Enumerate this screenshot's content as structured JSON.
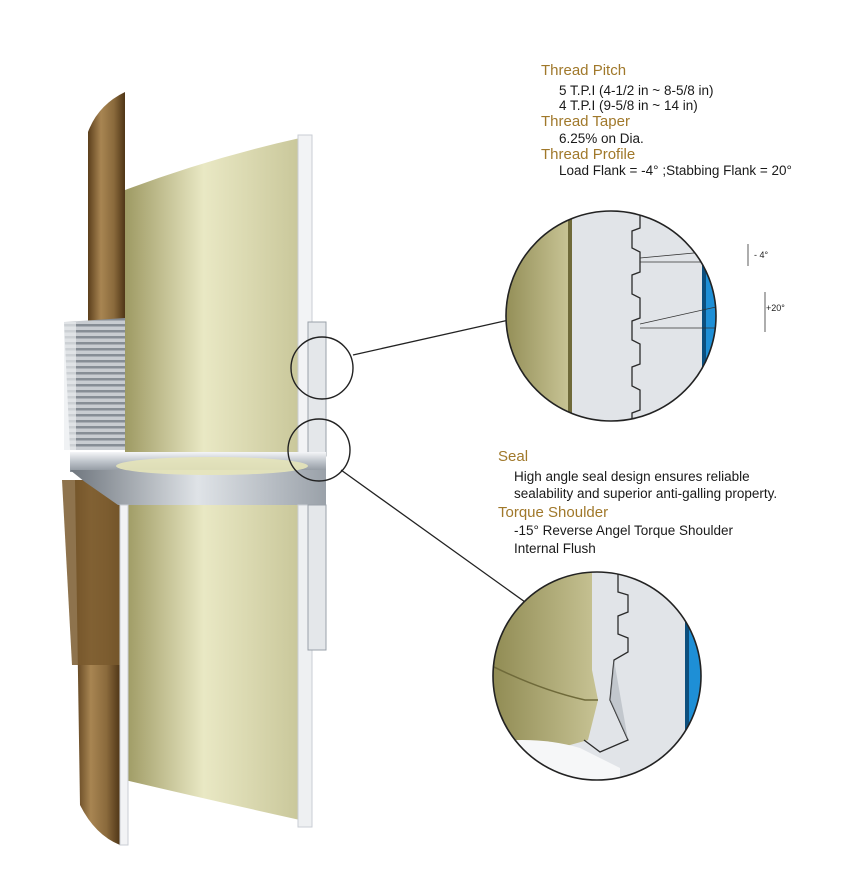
{
  "thread_pitch": {
    "heading": "Thread Pitch",
    "lines": [
      "5 T.P.I (4-1/2 in ~ 8-5/8 in)",
      "4 T.P.I (9-5/8 in ~ 14 in)"
    ]
  },
  "thread_taper": {
    "heading": "Thread Taper",
    "text": "6.25% on Dia."
  },
  "thread_profile": {
    "heading": "Thread Profile",
    "text": "Load Flank = -4° ;Stabbing Flank = 20°"
  },
  "seal": {
    "heading": "Seal",
    "lines": [
      "High angle seal design ensures reliable",
      "sealability and superior anti-galling property."
    ]
  },
  "torque_shoulder": {
    "heading": "Torque Shoulder",
    "lines": [
      "-15° Reverse Angel Torque Shoulder",
      "Internal Flush"
    ]
  },
  "detail_thread": {
    "load_flank_angle": "- 4°",
    "stabbing_flank_angle": "+20°"
  },
  "colors": {
    "pipe_brown": "#9a7a4a",
    "inner_olive": "#d8d8b0",
    "steel": "#d9dde2",
    "accent_blue": "#1e8fd6",
    "heading_gold": "#a0782a"
  }
}
